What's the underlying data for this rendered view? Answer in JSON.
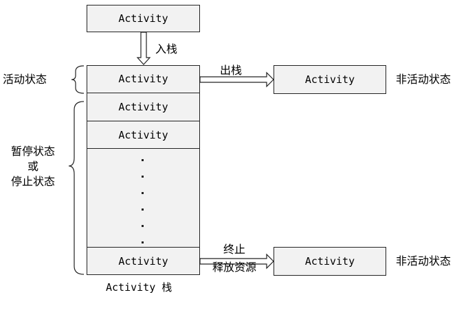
{
  "top_activity": "Activity",
  "push_label": "入栈",
  "pop_label": "出栈",
  "active_state_label": "活动状态",
  "stack": {
    "cells": [
      "Activity",
      "Activity",
      "Activity"
    ],
    "bottom_cell": "Activity",
    "caption": "Activity 栈"
  },
  "paused_stopped_label": [
    "暂停状态",
    "或",
    "停止状态"
  ],
  "finish_label": [
    "终止",
    "释放资源"
  ],
  "popped_activity": "Activity",
  "released_activity": "Activity",
  "inactive_state_label_1": "非活动状态",
  "inactive_state_label_2": "非活动状态"
}
